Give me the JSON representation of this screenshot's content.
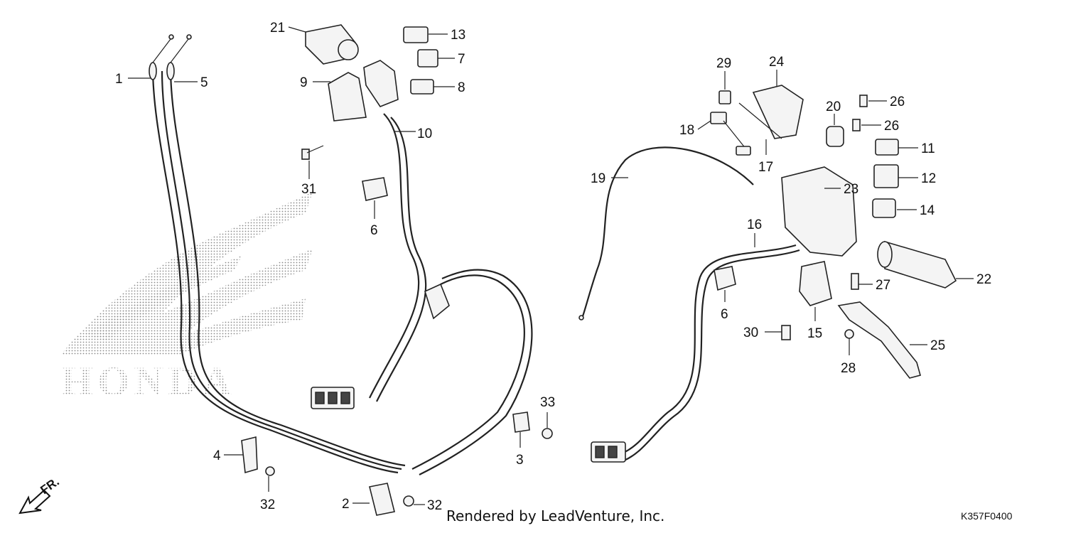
{
  "diagram": {
    "watermark_text": "HONDA",
    "footer_credit": "Rendered by LeadVenture, Inc.",
    "diagram_code": "K357F0400",
    "direction_label": "FR.",
    "callouts": [
      {
        "id": "c1",
        "label": "1"
      },
      {
        "id": "c5",
        "label": "5"
      },
      {
        "id": "c21",
        "label": "21"
      },
      {
        "id": "c13",
        "label": "13"
      },
      {
        "id": "c7",
        "label": "7"
      },
      {
        "id": "c8",
        "label": "8"
      },
      {
        "id": "c9",
        "label": "9"
      },
      {
        "id": "c10",
        "label": "10"
      },
      {
        "id": "c31",
        "label": "31"
      },
      {
        "id": "c6a",
        "label": "6"
      },
      {
        "id": "c33",
        "label": "33"
      },
      {
        "id": "c3",
        "label": "3"
      },
      {
        "id": "c4",
        "label": "4"
      },
      {
        "id": "c32a",
        "label": "32"
      },
      {
        "id": "c2",
        "label": "2"
      },
      {
        "id": "c32b",
        "label": "32"
      },
      {
        "id": "c29",
        "label": "29"
      },
      {
        "id": "c24",
        "label": "24"
      },
      {
        "id": "c26a",
        "label": "26"
      },
      {
        "id": "c20",
        "label": "20"
      },
      {
        "id": "c26b",
        "label": "26"
      },
      {
        "id": "c18",
        "label": "18"
      },
      {
        "id": "c17",
        "label": "17"
      },
      {
        "id": "c11",
        "label": "11"
      },
      {
        "id": "c19",
        "label": "19"
      },
      {
        "id": "c12",
        "label": "12"
      },
      {
        "id": "c23",
        "label": "23"
      },
      {
        "id": "c14",
        "label": "14"
      },
      {
        "id": "c16",
        "label": "16"
      },
      {
        "id": "c22",
        "label": "22"
      },
      {
        "id": "c27",
        "label": "27"
      },
      {
        "id": "c6b",
        "label": "6"
      },
      {
        "id": "c30",
        "label": "30"
      },
      {
        "id": "c15",
        "label": "15"
      },
      {
        "id": "c25",
        "label": "25"
      },
      {
        "id": "c28",
        "label": "28"
      }
    ]
  }
}
